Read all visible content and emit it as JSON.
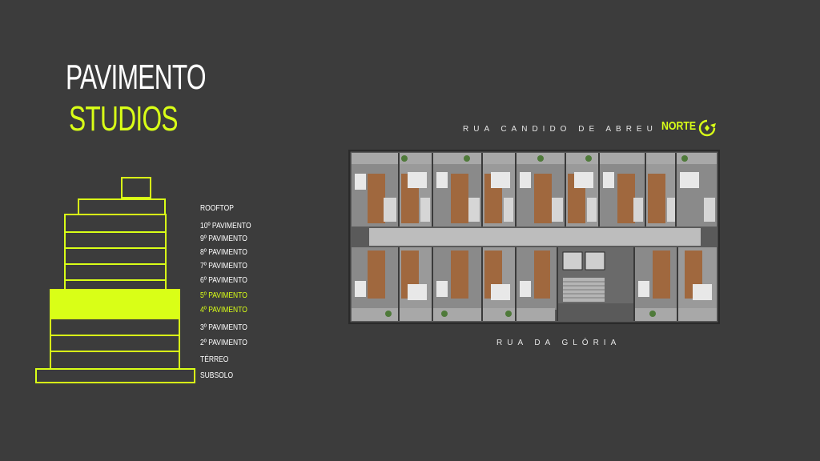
{
  "header": {
    "title_line1": "PAVIMENTO",
    "title_line2": "STUDIOS"
  },
  "floors": [
    {
      "label": "ROOFTOP",
      "active": false
    },
    {
      "label": "10º PAVIMENTO",
      "active": false
    },
    {
      "label": "9º PAVIMENTO",
      "active": false
    },
    {
      "label": "8º PAVIMENTO",
      "active": false
    },
    {
      "label": "7º PAVIMENTO",
      "active": false
    },
    {
      "label": "6º PAVIMENTO",
      "active": false
    },
    {
      "label": "5º PAVIMENTO",
      "active": true
    },
    {
      "label": "4º PAVIMENTO",
      "active": true
    },
    {
      "label": "3º PAVIMENTO",
      "active": false
    },
    {
      "label": "2º PAVIMENTO",
      "active": false
    },
    {
      "label": "TÉRREO",
      "active": false
    },
    {
      "label": "SUBSOLO",
      "active": false
    }
  ],
  "plan": {
    "street_top": "RUA CANDIDO DE ABREU",
    "street_bottom": "RUA DA GLÓRIA",
    "north_label": "NORTE",
    "north_icon": "compass-arrow-icon"
  },
  "colors": {
    "background": "#3c3c3c",
    "accent": "#d9ff17",
    "text": "#ffffff"
  }
}
